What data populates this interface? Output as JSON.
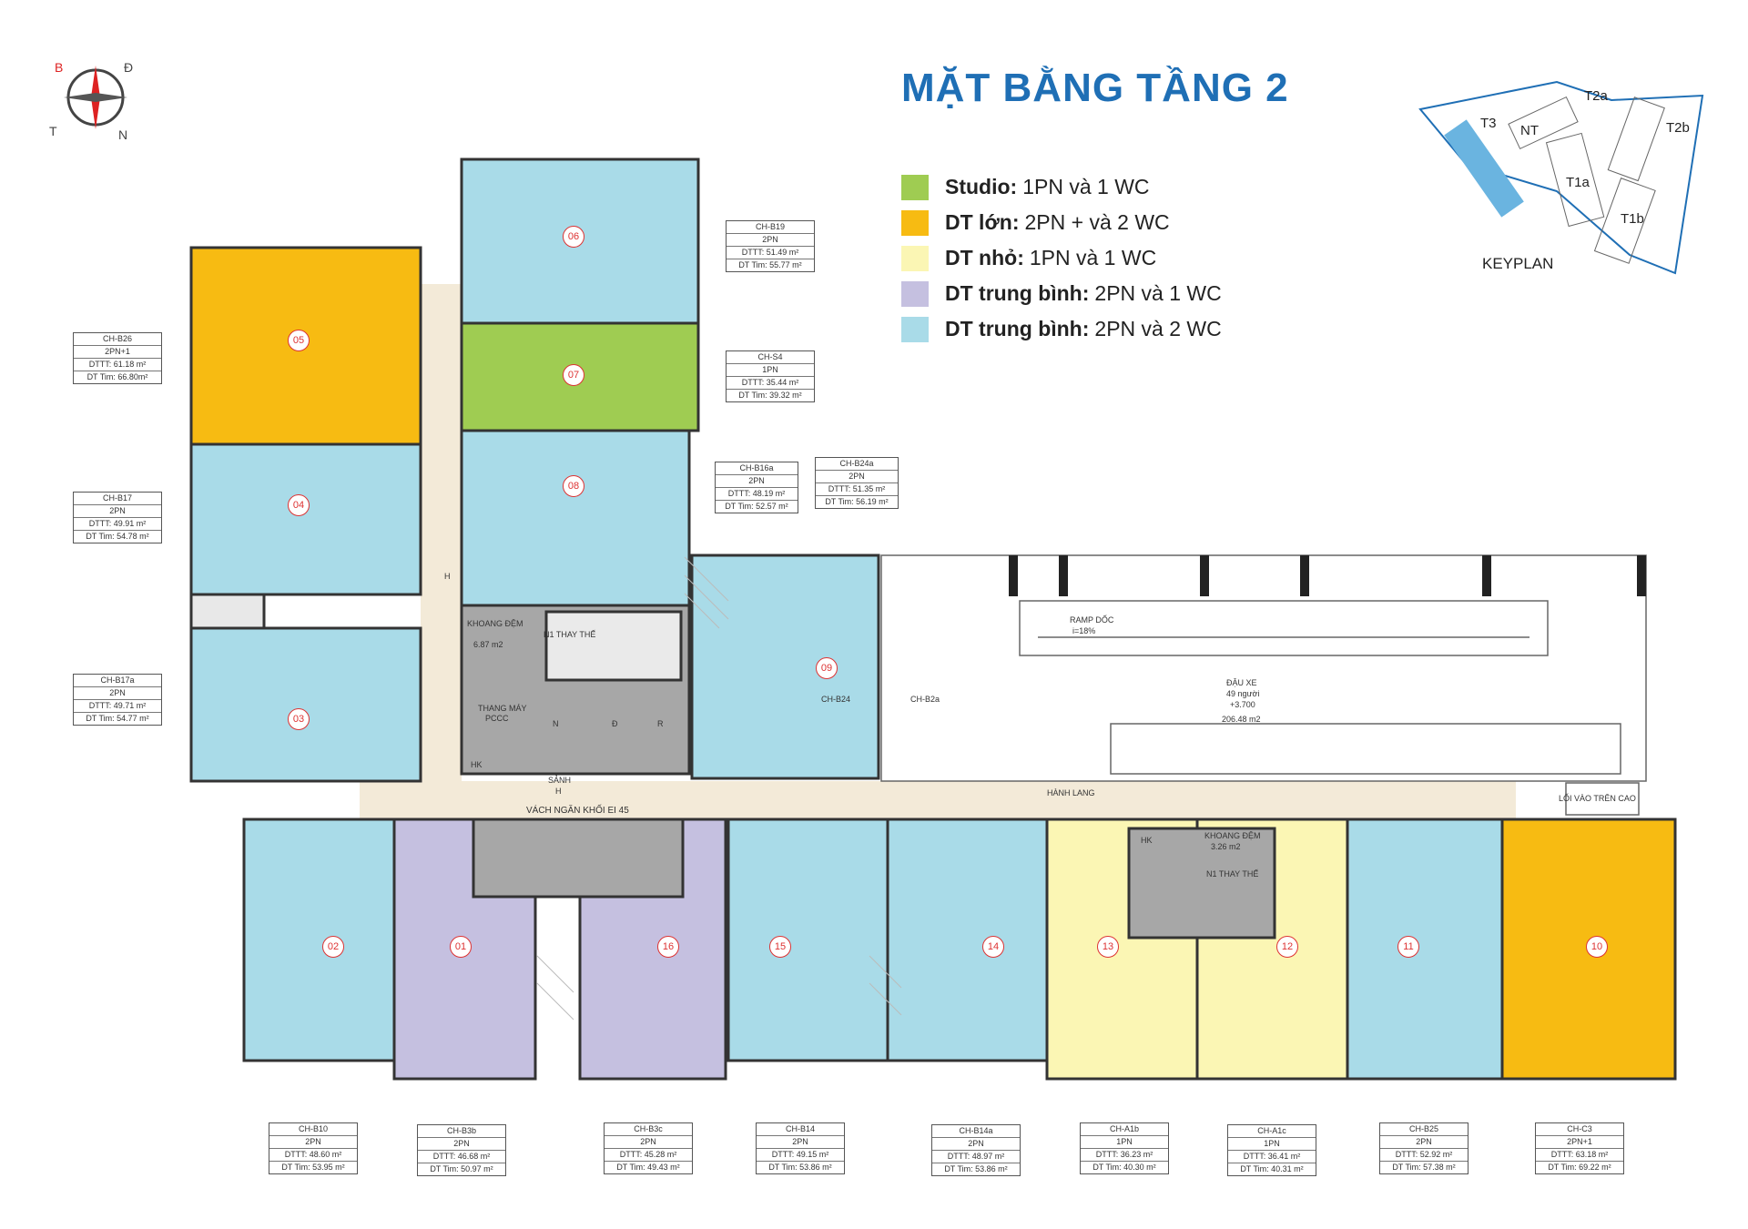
{
  "title": "MẶT BẰNG TẦNG 2",
  "compass": {
    "north": "B",
    "east": "Đ",
    "south": "N",
    "west": "T"
  },
  "legend": [
    {
      "name": "Studio:",
      "desc": "1PN và 1 WC",
      "color": "#9fcc52"
    },
    {
      "name": "DT lớn:",
      "desc": "2PN + và 2 WC",
      "color": "#f7bb12"
    },
    {
      "name": "DT nhỏ:",
      "desc": "1PN  và 1 WC",
      "color": "#fbf6b4"
    },
    {
      "name": "DT trung bình:",
      "desc": "2PN và 1 WC",
      "color": "#c5c0e0"
    },
    {
      "name": "DT trung bình:",
      "desc": "2PN và 2 WC",
      "color": "#a9dbe8"
    }
  ],
  "keyplan": {
    "label": "KEYPLAN",
    "blocks": [
      "T3",
      "NT",
      "T2a",
      "T2b",
      "T1a",
      "T1b"
    ]
  },
  "units": [
    {
      "code": "CH-B26",
      "type": "2PN+1",
      "dttt": "DTTT: 61.18 m²",
      "dtt": "DT Tim: 66.80m²",
      "num": "05"
    },
    {
      "code": "CH-B17",
      "type": "2PN",
      "dttt": "DTTT: 49.91 m²",
      "dtt": "DT Tim: 54.78 m²",
      "num": "04"
    },
    {
      "code": "CH-B17a",
      "type": "2PN",
      "dttt": "DTTT: 49.71 m²",
      "dtt": "DT Tim: 54.77 m²",
      "num": "03"
    },
    {
      "code": "CH-B19",
      "type": "2PN",
      "dttt": "DTTT: 51.49 m²",
      "dtt": "DT Tim: 55.77 m²",
      "num": "06"
    },
    {
      "code": "CH-S4",
      "type": "1PN",
      "dttt": "DTTT: 35.44 m²",
      "dtt": "DT Tim: 39.32 m²",
      "num": "07"
    },
    {
      "code": "CH-B16a",
      "type": "2PN",
      "dttt": "DTTT: 48.19 m²",
      "dtt": "DT Tim: 52.57 m²",
      "num": "08"
    },
    {
      "code": "CH-B24a",
      "type": "2PN",
      "dttt": "DTTT: 51.35 m²",
      "dtt": "DT Tim: 56.19 m²",
      "num": "09"
    },
    {
      "code": "CH-B10",
      "type": "2PN",
      "dttt": "DTTT: 48.60 m²",
      "dtt": "DT Tim: 53.95 m²",
      "num": "02"
    },
    {
      "code": "CH-B3b",
      "type": "2PN",
      "dttt": "DTTT: 46.68 m²",
      "dtt": "DT Tim: 50.97 m²",
      "num": "01"
    },
    {
      "code": "CH-B3c",
      "type": "2PN",
      "dttt": "DTTT: 45.28 m²",
      "dtt": "DT Tim: 49.43 m²",
      "num": "16"
    },
    {
      "code": "CH-B14",
      "type": "2PN",
      "dttt": "DTTT: 49.15 m²",
      "dtt": "DT Tim: 53.86 m²",
      "num": "15"
    },
    {
      "code": "CH-B14a",
      "type": "2PN",
      "dttt": "DTTT: 48.97 m²",
      "dtt": "DT Tim: 53.86 m²",
      "num": "14"
    },
    {
      "code": "CH-A1b",
      "type": "1PN",
      "dttt": "DTTT: 36.23 m²",
      "dtt": "DT Tim: 40.30 m²",
      "num": "13"
    },
    {
      "code": "CH-A1c",
      "type": "1PN",
      "dttt": "DTTT: 36.41 m²",
      "dtt": "DT Tim: 40.31 m²",
      "num": "12"
    },
    {
      "code": "CH-B25",
      "type": "2PN",
      "dttt": "DTTT: 52.92 m²",
      "dtt": "DT Tim: 57.38 m²",
      "num": "11"
    },
    {
      "code": "CH-C3",
      "type": "2PN+1",
      "dttt": "DTTT: 63.18 m²",
      "dtt": "DT Tim: 69.22 m²",
      "num": "10"
    }
  ],
  "labels": {
    "khoang_dem": "KHOANG ĐỆM",
    "khoang_dem_area": "6.87 m2",
    "n1_thay_the": "N1 THAY THẾ",
    "thang_may": "THANG MÁY",
    "pccc": "PCCC",
    "hk": "HK",
    "sanh": "SẢNH",
    "h": "H",
    "n": "N",
    "d": "Đ",
    "r": "R",
    "vach_ngan": "VÁCH NGĂN KHỐI EI 45",
    "hanh_lang": "HÀNH LANG",
    "loi_vao": "LỐI VÀO TRÊN CAO",
    "ramp": "RAMP DỐC",
    "ramp_slope": "i=18%",
    "dau_xe": "ĐẬU XE",
    "dau_xe_people": "49 người",
    "dau_xe_level": "+3.700",
    "dau_xe_area": "206.48 m2",
    "ch_b2a": "CH-B2a",
    "ch_b24": "CH-B24",
    "khoang_dem2": "KHOANG ĐỆM",
    "khoang_dem2_area": "3.26 m2",
    "hk2": "HK",
    "n1_thay_the2": "N1 THAY THẾ"
  }
}
